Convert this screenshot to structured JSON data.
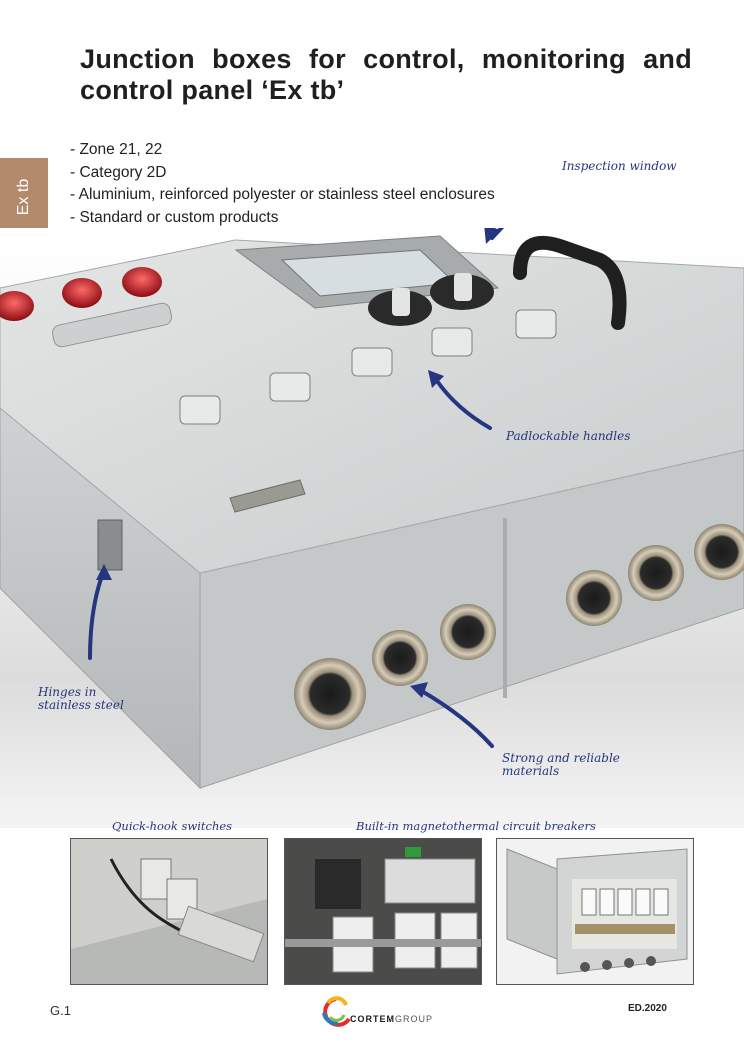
{
  "side_tab": {
    "label": "Ex tb"
  },
  "title": "Junction boxes for control, monitoring and control panel ‘Ex tb’",
  "bullets": [
    "- Zone 21, 22",
    "- Category 2D",
    "- Aluminium, reinforced polyester or stainless steel enclosures",
    "- Standard or custom products"
  ],
  "callouts": {
    "inspection_window": "Inspection window",
    "padlockable_handles": "Padlockable handles",
    "hinges_line1": "Hinges in",
    "hinges_line2": "stainless steel",
    "strong_line1": "Strong and reliable",
    "strong_line2": "materials"
  },
  "captions": {
    "quick_hook": "Quick-hook switches",
    "breakers": "Built-in magnetothermal circuit breakers"
  },
  "footer": {
    "page_number": "G.1",
    "edition": "ED.2020",
    "logo_main": "CORTEM",
    "logo_sub": "GROUP"
  },
  "colors": {
    "side_tab": "#b28a6c",
    "callout_text": "#26357f",
    "enclosure": "#d4d6d6"
  }
}
